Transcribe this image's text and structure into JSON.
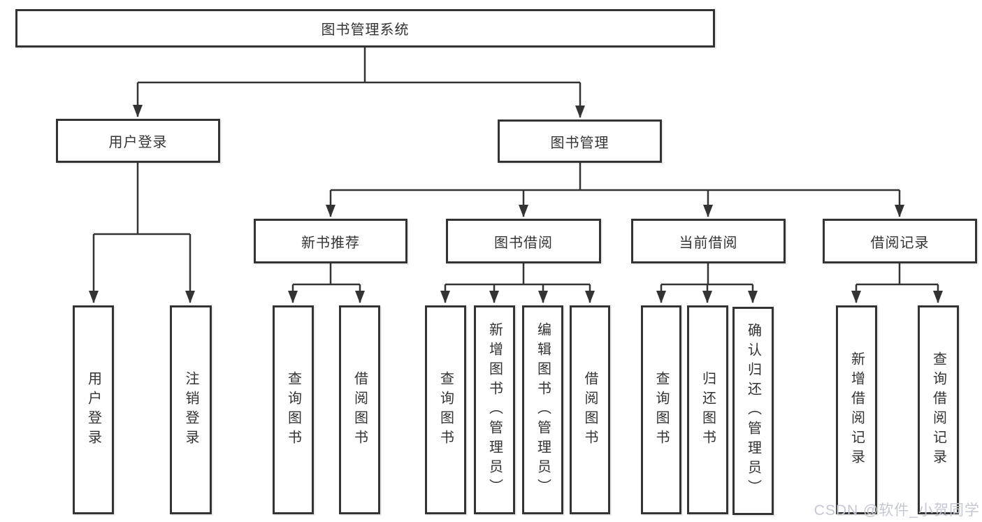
{
  "diagram": {
    "type": "tree",
    "root": {
      "label": "图书管理系统"
    },
    "level2": [
      {
        "label": "用户登录",
        "parent": "图书管理系统"
      },
      {
        "label": "图书管理",
        "parent": "图书管理系统"
      }
    ],
    "level3": [
      {
        "label": "新书推荐",
        "parent": "图书管理"
      },
      {
        "label": "图书借阅",
        "parent": "图书管理"
      },
      {
        "label": "当前借阅",
        "parent": "图书管理"
      },
      {
        "label": "借阅记录",
        "parent": "图书管理"
      }
    ],
    "leaves": [
      {
        "label": "用户登录",
        "parent": "用户登录"
      },
      {
        "label": "注销登录",
        "parent": "用户登录"
      },
      {
        "label": "查询图书",
        "parent": "新书推荐"
      },
      {
        "label": "借阅图书",
        "parent": "新书推荐"
      },
      {
        "label": "查询图书",
        "parent": "图书借阅"
      },
      {
        "label": "新增图书（管理员）",
        "parent": "图书借阅"
      },
      {
        "label": "编辑图书（管理员）",
        "parent": "图书借阅"
      },
      {
        "label": "借阅图书",
        "parent": "图书借阅"
      },
      {
        "label": "查询图书",
        "parent": "当前借阅"
      },
      {
        "label": "归还图书",
        "parent": "当前借阅"
      },
      {
        "label": "确认归还（管理员）",
        "parent": "当前借阅"
      },
      {
        "label": "新增借阅记录",
        "parent": "借阅记录"
      },
      {
        "label": "查询借阅记录",
        "parent": "借阅记录"
      }
    ],
    "colors": {
      "line": "#333333",
      "box_border": "#333333",
      "text": "#333333",
      "background": "#ffffff"
    }
  },
  "watermark": {
    "text": "CSDN @软件_小贺同学",
    "color": "#c5c8d3"
  }
}
